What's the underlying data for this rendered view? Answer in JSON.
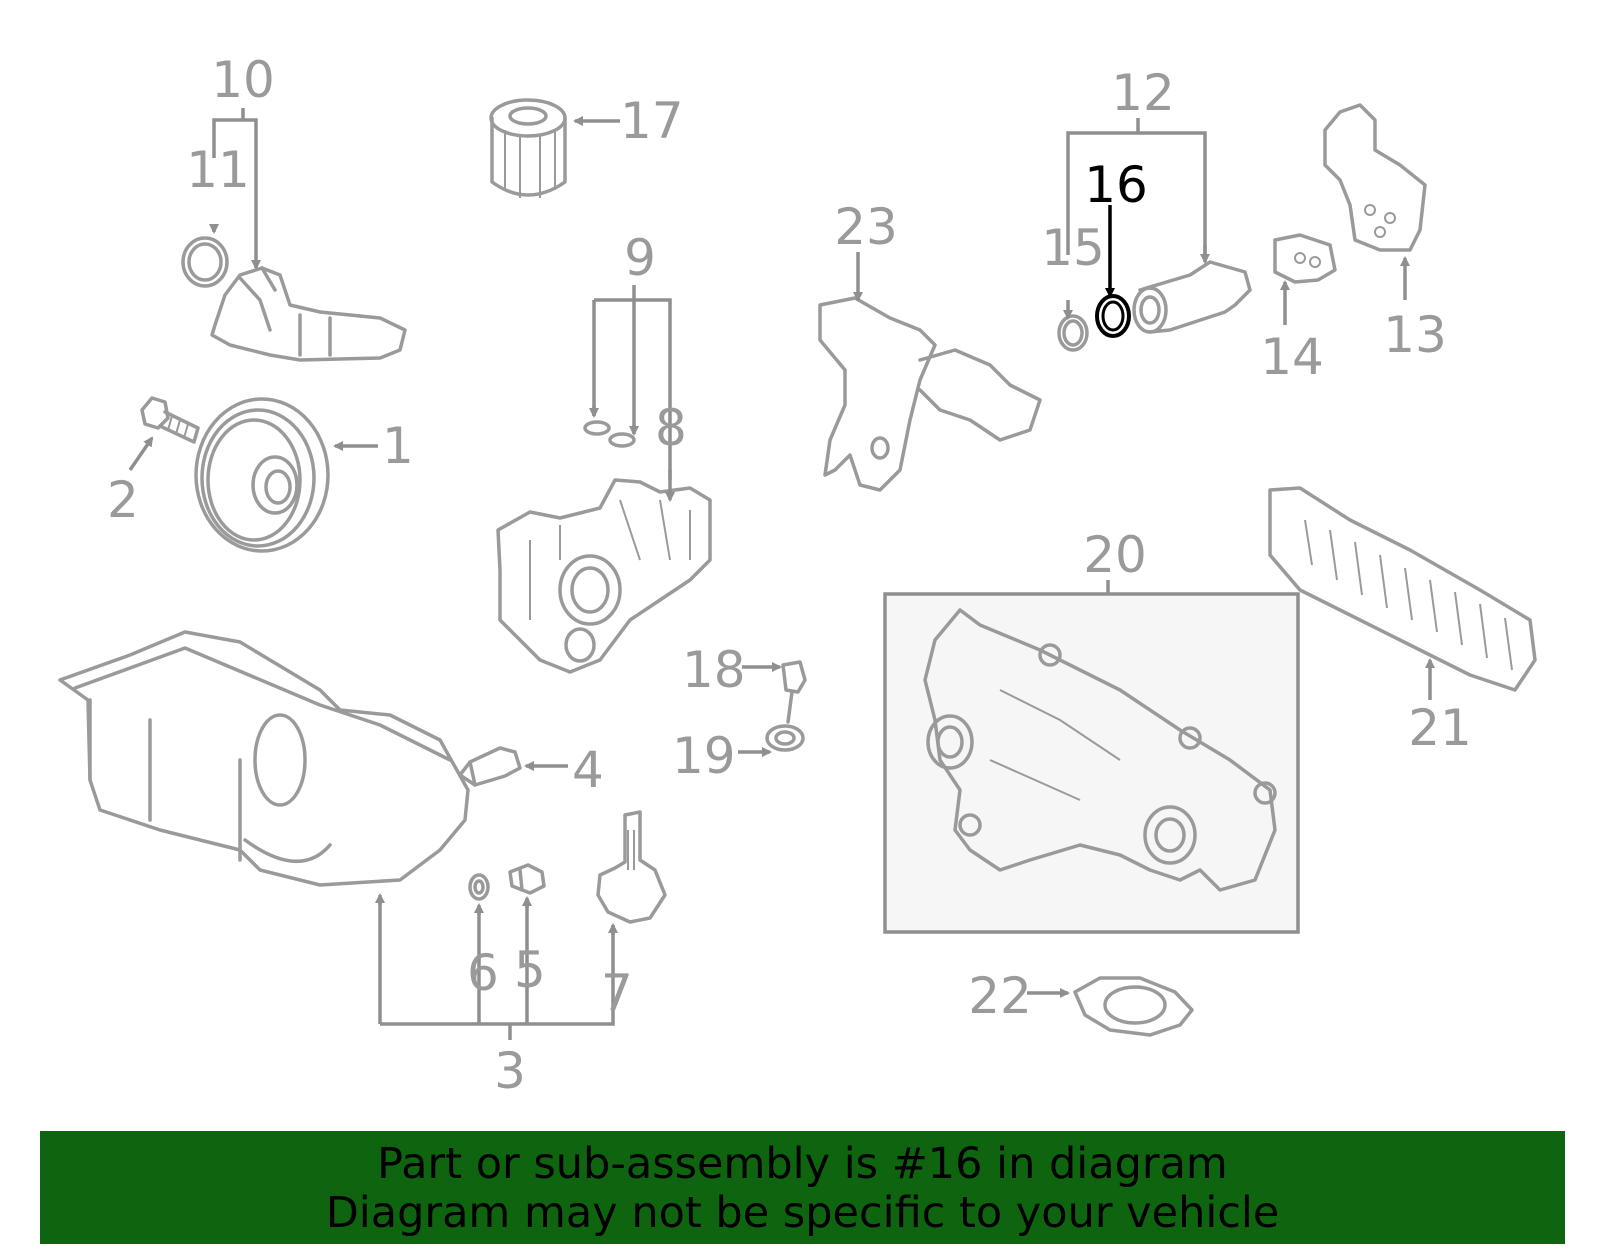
{
  "callouts": {
    "c1": "1",
    "c2": "2",
    "c3": "3",
    "c4": "4",
    "c5": "5",
    "c6": "6",
    "c7": "7",
    "c8": "8",
    "c9": "9",
    "c10": "10",
    "c11": "11",
    "c12": "12",
    "c13": "13",
    "c14": "14",
    "c15": "15",
    "c16": "16",
    "c17": "17",
    "c18": "18",
    "c19": "19",
    "c20": "20",
    "c21": "21",
    "c22": "22",
    "c23": "23"
  },
  "highlighted_part": "16",
  "banner": {
    "line1": "Part or sub-assembly is #16 in diagram",
    "line2": "Diagram may not be specific to your vehicle"
  },
  "colors": {
    "part_gray": "#9a9a9a",
    "highlight": "#000000",
    "banner_bg": "#0f6410"
  }
}
